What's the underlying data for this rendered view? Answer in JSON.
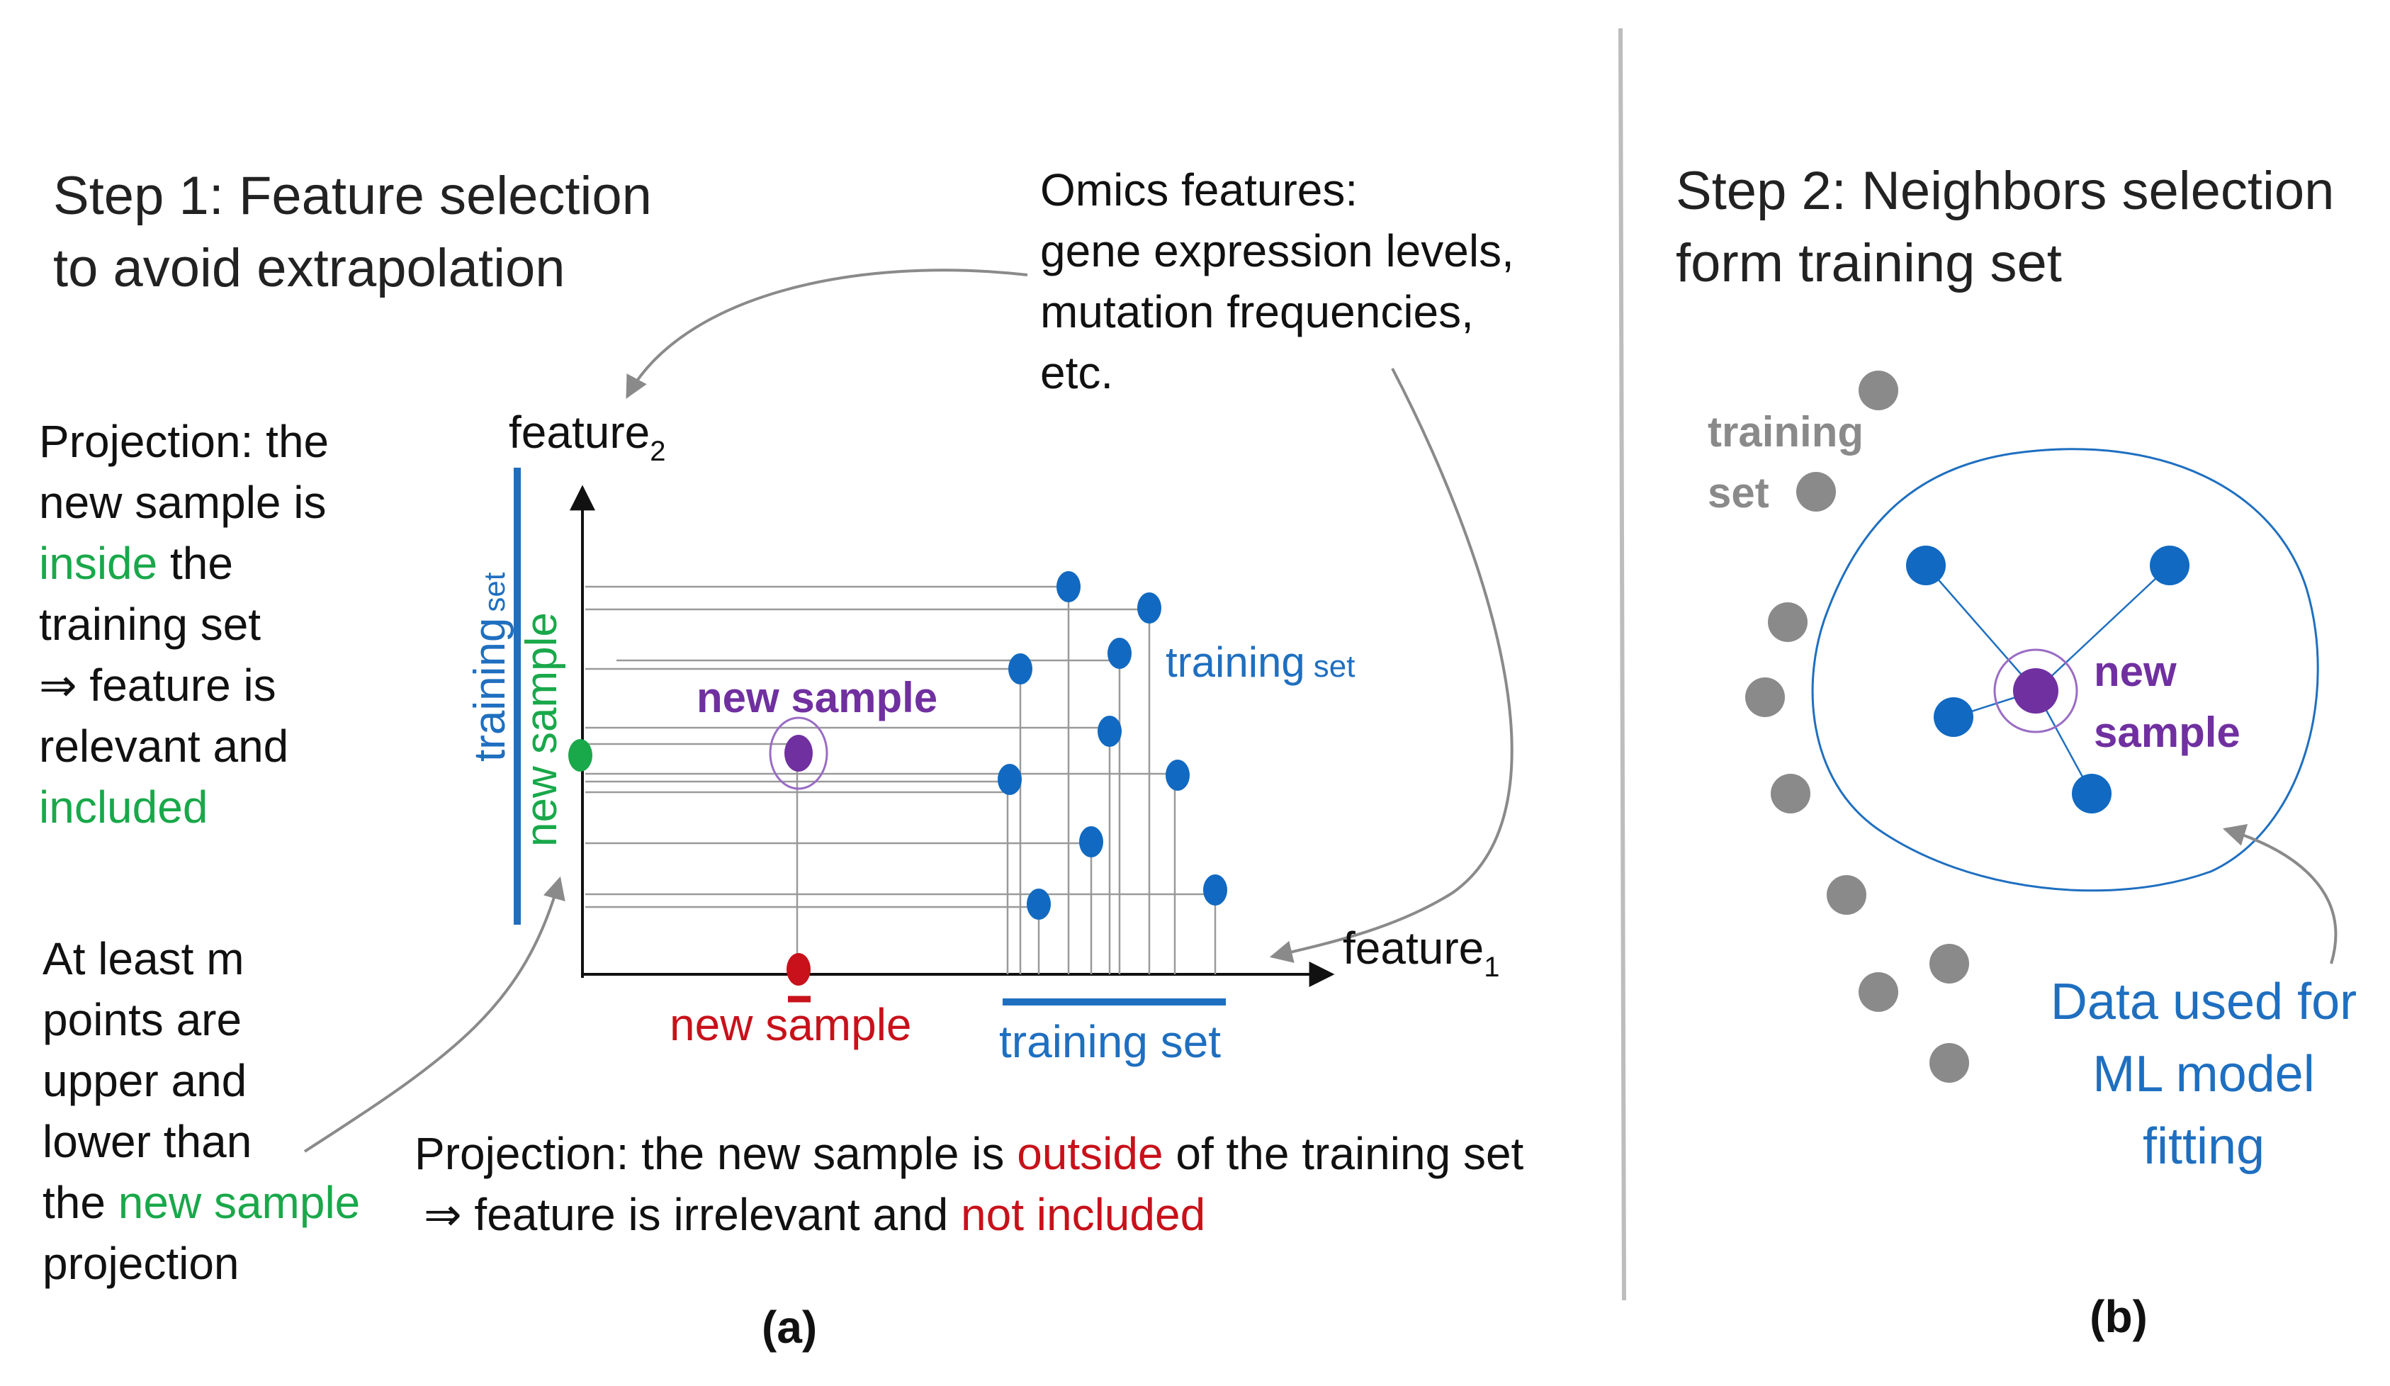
{
  "colors": {
    "black": "#111111",
    "blue": "#1f6fc0",
    "dot_blue": "#1169c1",
    "green": "#19a84a",
    "red": "#c8111a",
    "purple": "#7030a0",
    "gray": "#8a8a8a",
    "line_gray": "#9a9a9a",
    "divider": "#bdbdbd"
  },
  "panel_a": {
    "title_line1": "Step 1: Feature selection",
    "title_line2": "to avoid extrapolation",
    "omics_line1": "Omics features:",
    "omics_line2": "gene expression levels,",
    "omics_line3": "mutation frequencies,",
    "omics_line4": "etc.",
    "feature2_label": "feature",
    "feature2_sub": "2",
    "feature1_label": "feature",
    "feature1_sub": "1",
    "vertical_training": "training",
    "vertical_training_sub": "set",
    "vertical_new_sample": "new sample",
    "inner_new_sample": "new sample",
    "inner_training": "training",
    "inner_training_sub": "set",
    "x_new_sample": "new sample",
    "x_training_set": "training set",
    "inside_note": {
      "line1": "Projection: the",
      "line2": "new sample is",
      "line3_colored": "inside",
      "line3_rest": " the",
      "line4": "training set",
      "line5": "⇒ feature is",
      "line6": "relevant and",
      "line7_colored": "included"
    },
    "atleast_note": {
      "line1": "At least m",
      "line2": "points are",
      "line3": "upper and",
      "line4": "lower than",
      "line5_pre": "the ",
      "line5_colored": "new sample",
      "line6": "projection"
    },
    "outside_note": {
      "line1_pre": "Projection: the new sample is ",
      "line1_colored": "outside",
      "line1_post": " of the training set",
      "line2_pre": "⇒ feature is irrelevant and ",
      "line2_colored": "not included"
    },
    "panel_label": "(a)"
  },
  "panel_b": {
    "title_line1": "Step 2: Neighbors selection",
    "title_line2": "form training set",
    "training_line1": "training",
    "training_line2": "set",
    "new_sample_line1": "new",
    "new_sample_line2": "sample",
    "data_line1": "Data used for",
    "data_line2": "ML model",
    "data_line3": "fitting",
    "panel_label": "(b)"
  }
}
